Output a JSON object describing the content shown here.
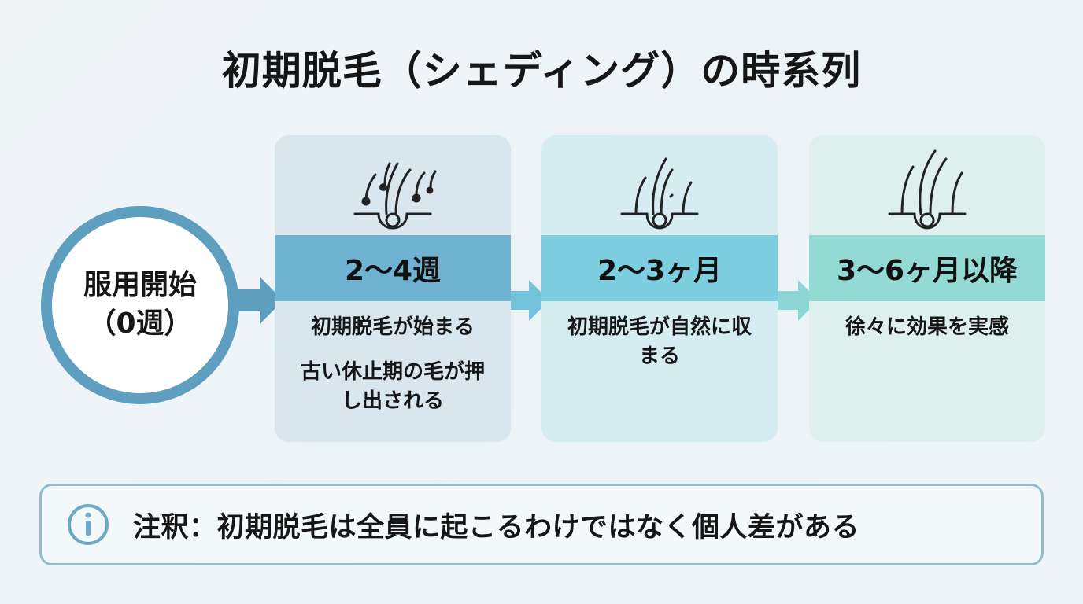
{
  "title": "初期脱毛（シェディング）の時系列",
  "start": {
    "line1": "服用開始",
    "line2": "（0週）"
  },
  "stages": [
    {
      "period": "2〜4週",
      "descriptions": [
        "初期脱毛が始まる",
        "古い休止期の毛が押し出される"
      ],
      "icon": "shedding-hair-follicle-icon"
    },
    {
      "period": "2〜3ヶ月",
      "descriptions": [
        "初期脱毛が自然に収まる"
      ],
      "icon": "settling-hair-follicle-icon"
    },
    {
      "period": "3〜6ヶ月以降",
      "descriptions": [
        "徐々に効果を実感"
      ],
      "icon": "growing-hair-follicle-icon"
    }
  ],
  "note": {
    "icon": "info-icon",
    "text": "注釈：初期脱毛は全員に起こるわけではなく個人差がある"
  },
  "colors": {
    "circle_border": "#5e9fc0",
    "band1": "#6fb2d2",
    "band2": "#7dcfdf",
    "band3": "#93dad5",
    "note_border": "#8fbdd3"
  }
}
